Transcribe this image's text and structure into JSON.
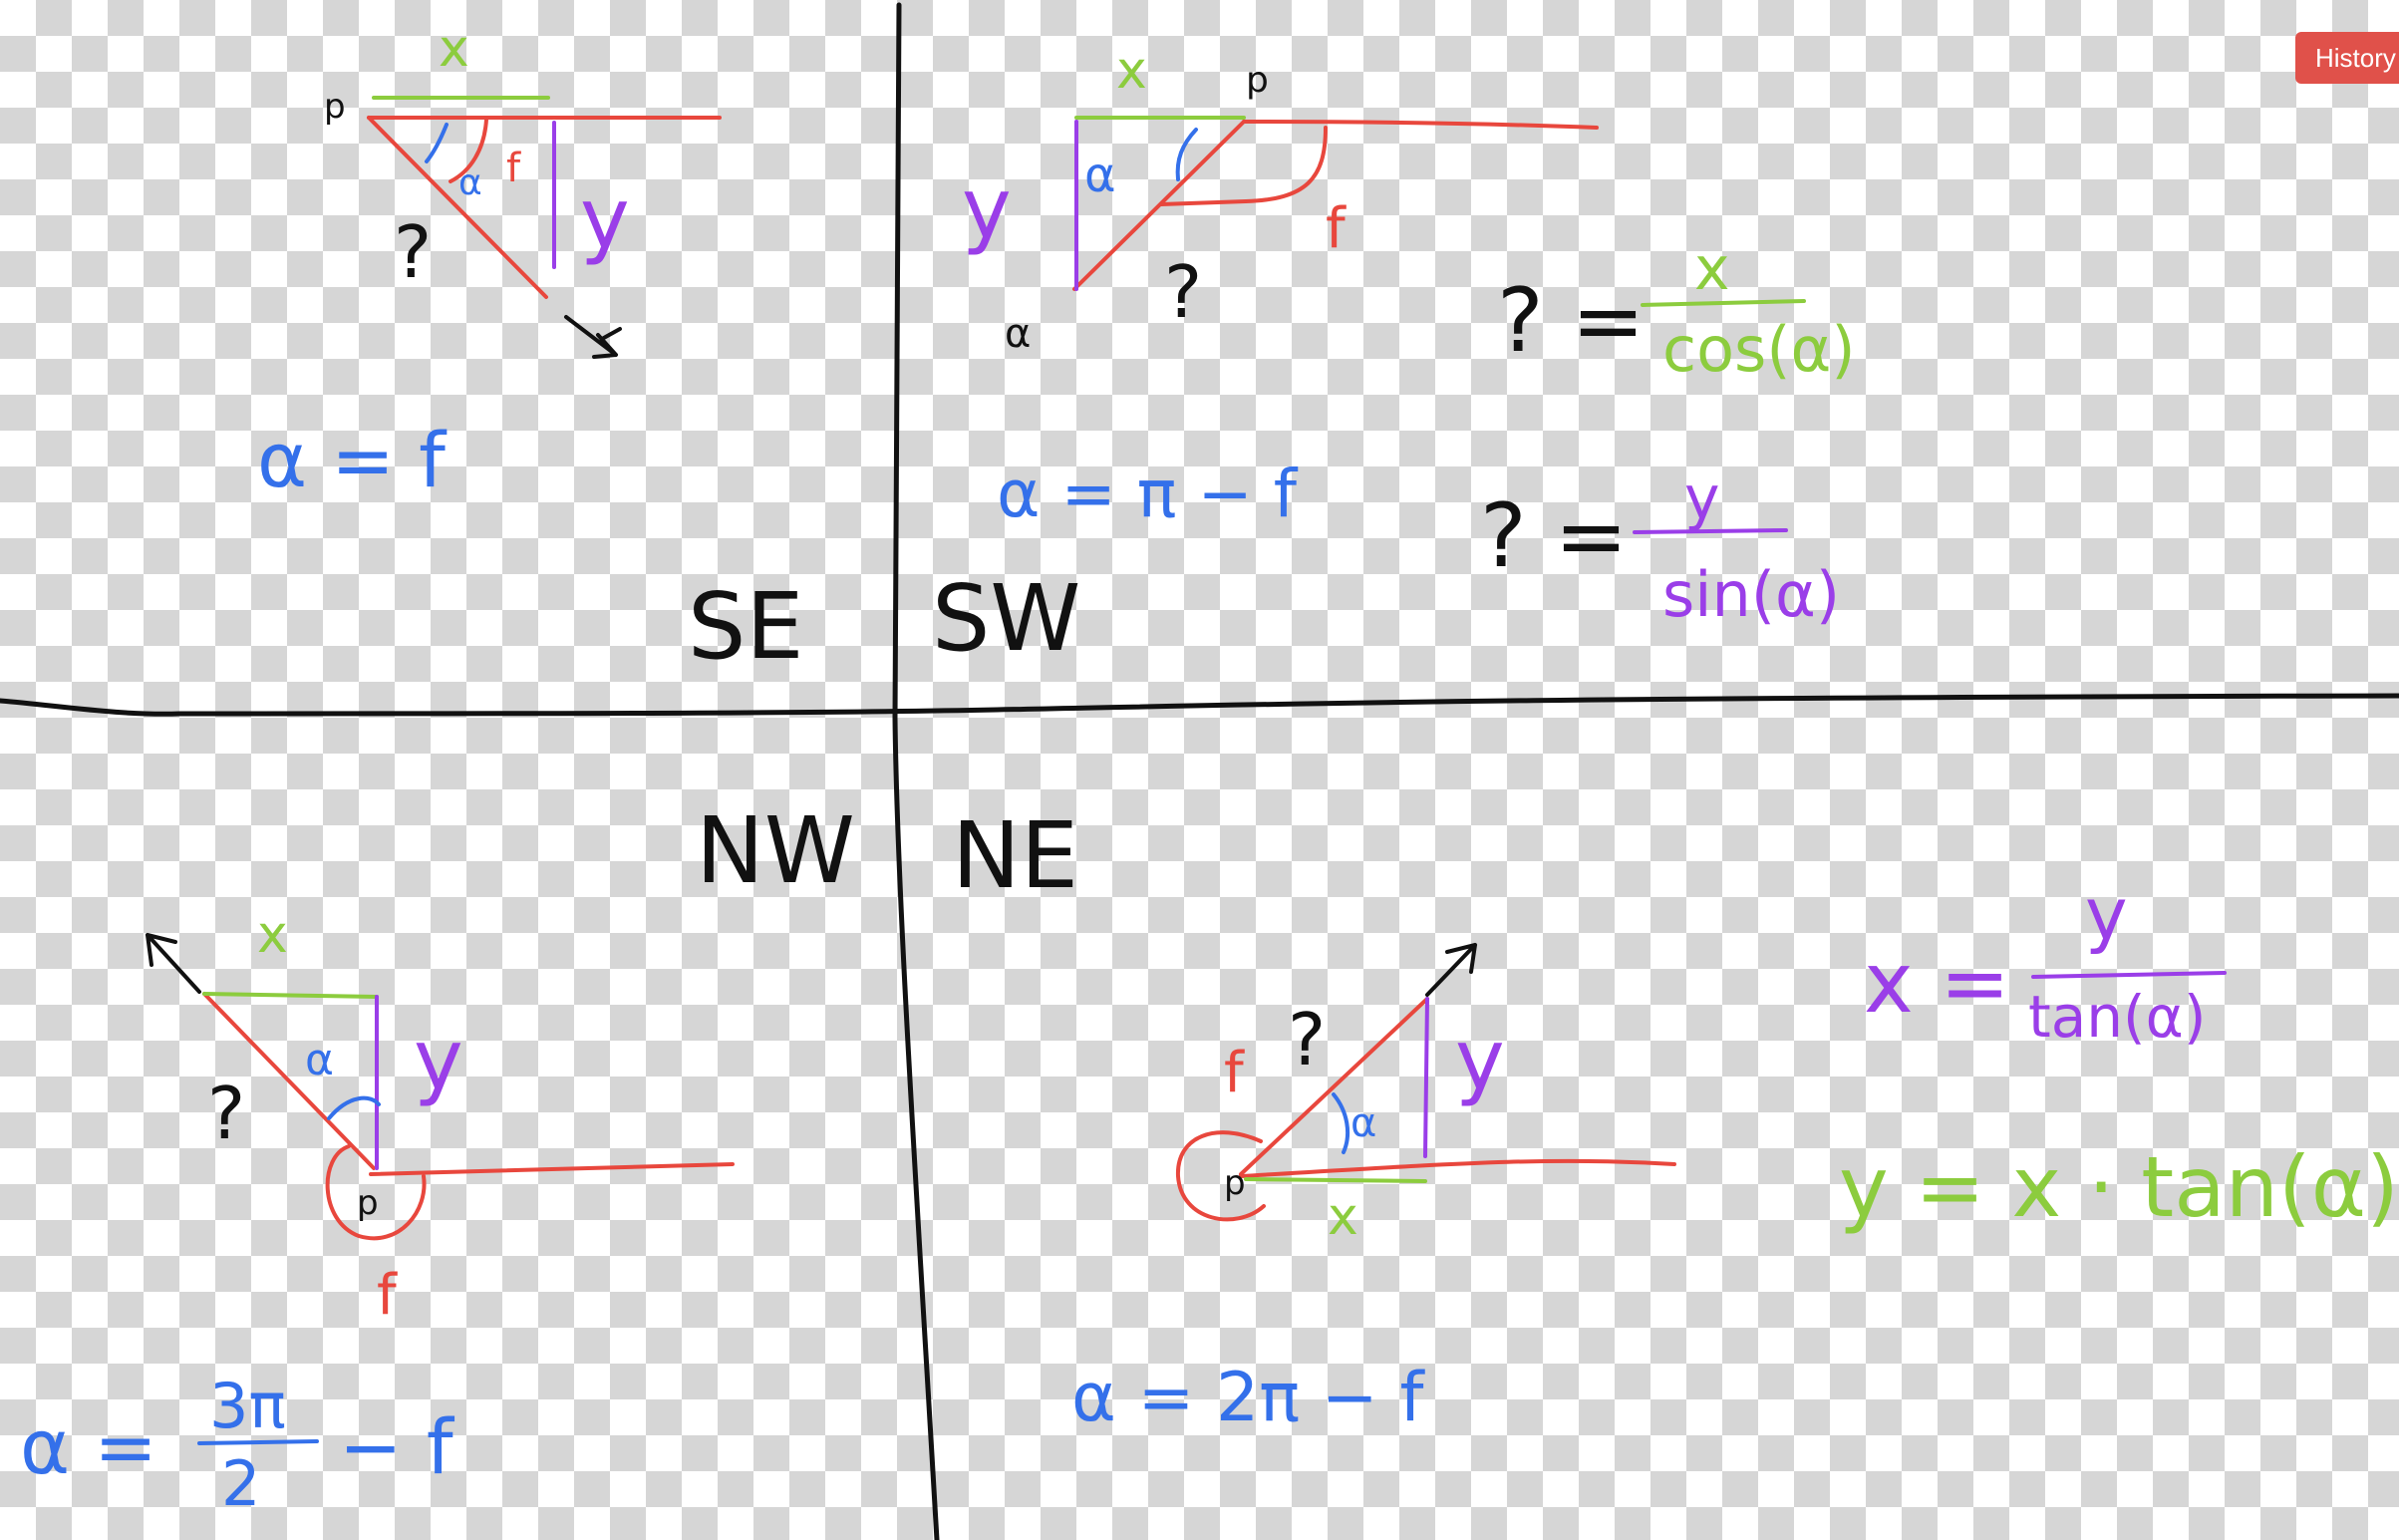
{
  "toolbar": {
    "history_label": "History"
  },
  "quadrants": {
    "se": {
      "label": "SE",
      "labels": {
        "p": "p",
        "x": "x",
        "y": "y",
        "hyp": "?",
        "alpha": "α",
        "f": "f"
      },
      "formula": "α = f"
    },
    "sw": {
      "label": "SW",
      "labels": {
        "p": "p",
        "x": "x",
        "y": "y",
        "hyp": "?",
        "alpha": "α",
        "f": "f",
        "corner": "α"
      },
      "formula": "α = π − f",
      "eq_cos": {
        "lhs": "? =",
        "num": "x",
        "den": "cos(α)"
      },
      "eq_sin": {
        "lhs": "? =",
        "num": "y",
        "den": "sin(α)"
      }
    },
    "nw": {
      "label": "NW",
      "labels": {
        "p": "p",
        "x": "x",
        "y": "y",
        "hyp": "?",
        "alpha": "α",
        "f": "f"
      },
      "formula_lhs": "α =",
      "formula_num": "3π",
      "formula_den": "2",
      "formula_rhs": "− f"
    },
    "ne": {
      "label": "NE",
      "labels": {
        "p": "p",
        "x": "x",
        "y": "y",
        "hyp": "?",
        "alpha": "α",
        "f": "f"
      },
      "formula": "α = 2π − f",
      "eq_tan": {
        "lhs": "x =",
        "num": "y",
        "den": "tan(α)"
      },
      "eq_y": "y = x · tan(α)"
    }
  },
  "colors": {
    "red": "#e8473d",
    "green": "#8ccc3e",
    "blue": "#3470ea",
    "purple": "#9a3ee8",
    "black": "#111111",
    "history_bg": "#e0514a"
  }
}
